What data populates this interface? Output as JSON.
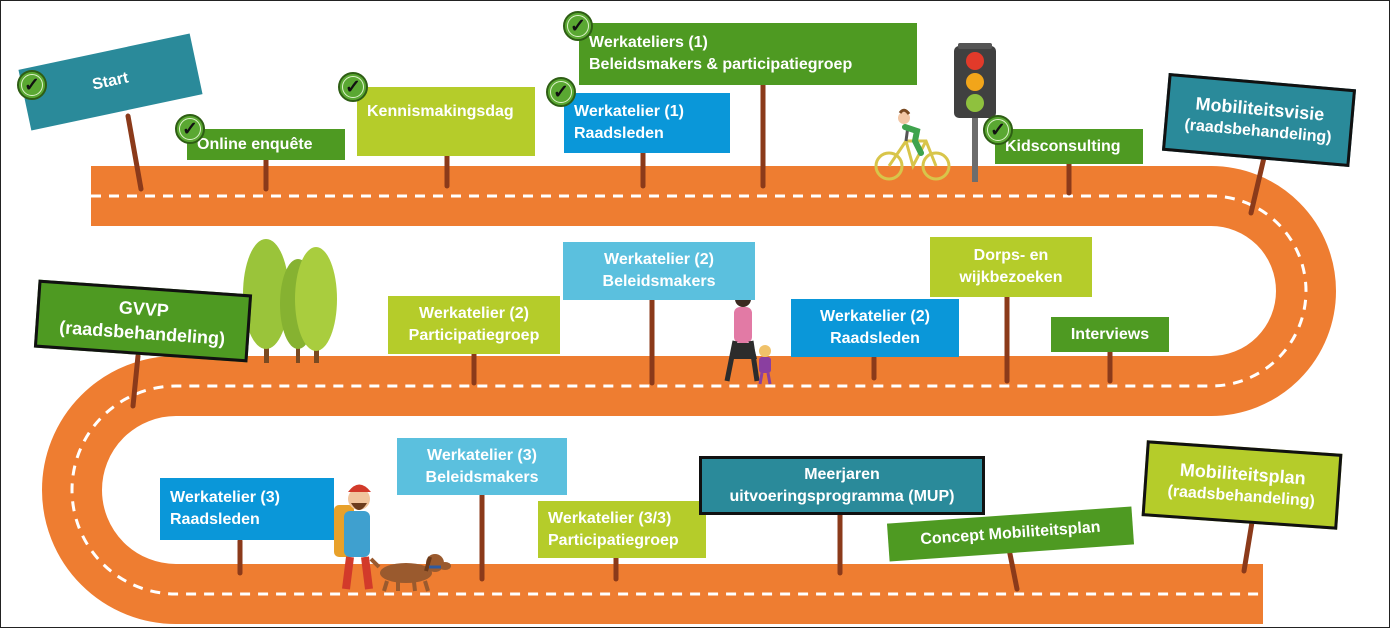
{
  "milestones": {
    "start": {
      "label": "Start"
    },
    "online_enquete": {
      "label": "Online enquête"
    },
    "kennismakingsdag": {
      "label": "Kennismakingsdag"
    },
    "werkateliers_1": {
      "line1": "Werkateliers (1)",
      "line2": "Beleidsmakers & participatiegroep"
    },
    "werkatelier_1_raadsleden": {
      "line1": "Werkatelier (1)",
      "line2": "Raadsleden"
    },
    "kidsconsulting": {
      "label": "Kidsconsulting"
    },
    "mobiliteitsvisie": {
      "line1": "Mobiliteitsvisie",
      "line2": "(raadsbehandeling)"
    },
    "gvvp": {
      "line1": "GVVP",
      "line2": "(raadsbehandeling)"
    },
    "werkatelier_2_participatiegroep": {
      "line1": "Werkatelier (2)",
      "line2": "Participatiegroep"
    },
    "werkatelier_2_beleidsmakers": {
      "line1": "Werkatelier (2)",
      "line2": "Beleidsmakers"
    },
    "werkatelier_2_raadsleden": {
      "line1": "Werkatelier (2)",
      "line2": "Raadsleden"
    },
    "dorps_wijkbezoeken": {
      "line1": "Dorps- en",
      "line2": "wijkbezoeken"
    },
    "interviews": {
      "label": "Interviews"
    },
    "werkatelier_3_raadsleden": {
      "line1": "Werkatelier (3)",
      "line2": "Raadsleden"
    },
    "werkatelier_3_beleidsmakers": {
      "line1": "Werkatelier (3)",
      "line2": "Beleidsmakers"
    },
    "werkatelier_33_participatiegroep": {
      "line1": "Werkatelier (3/3)",
      "line2": "Participatiegroep"
    },
    "mup": {
      "line1": "Meerjaren",
      "line2": "uitvoeringsprogramma (MUP)"
    },
    "concept_mobiliteitsplan": {
      "label": "Concept Mobiliteitsplan"
    },
    "mobiliteitsplan": {
      "line1": "Mobiliteitsplan",
      "line2": "(raadsbehandeling)"
    }
  },
  "check_symbol": "✓",
  "colors": {
    "road": "#ee7d31",
    "road_dash": "#ffffff",
    "post": "#8b3a1a",
    "dark_green": "#4e9a22",
    "light_green": "#b5cc2a",
    "blue": "#0a97d9",
    "light_blue": "#5bc0de",
    "teal": "#2a8a9a"
  },
  "icons": [
    "check-icon",
    "traffic-light-icon",
    "cyclist-icon",
    "tree-icon",
    "walking-woman-child-icon",
    "hiker-icon",
    "dog-icon"
  ]
}
